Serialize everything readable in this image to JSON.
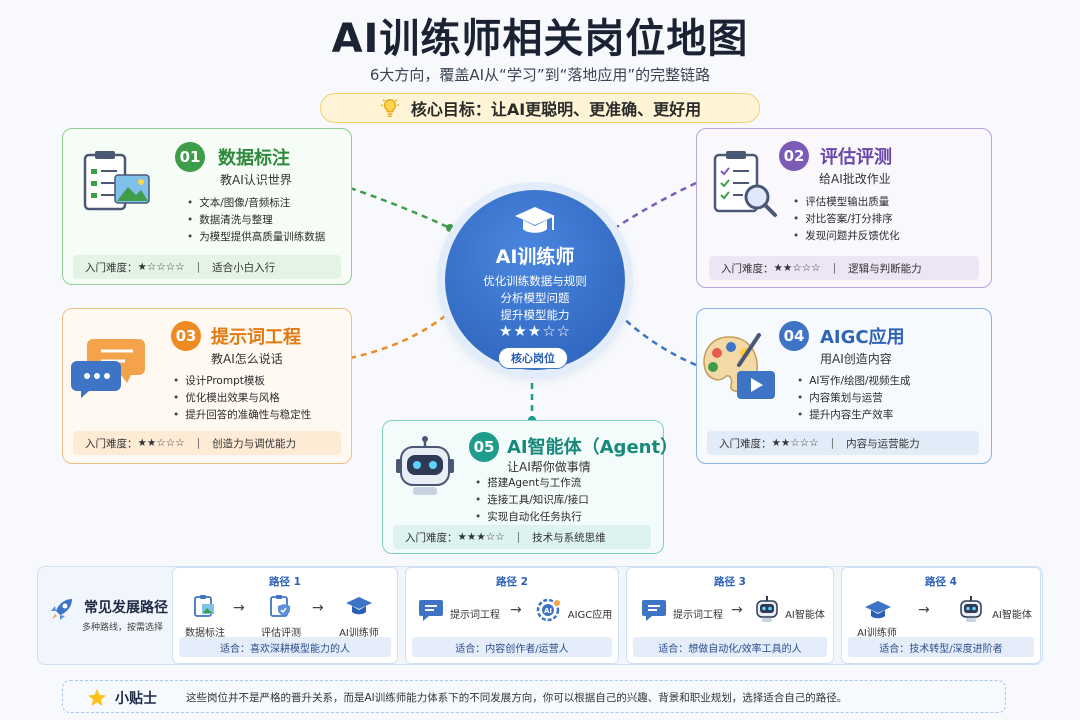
{
  "title": "AI训练师相关岗位地图",
  "subtitle": "6大方向，覆盖AI从“学习”到“落地应用”的完整链路",
  "goal": "核心目标：让AI更聪明、更准确、更好用",
  "center": {
    "title": "AI训练师",
    "lines": [
      "优化训练数据与规则",
      "分析模型问题",
      "提升模型能力"
    ],
    "stars": "★★★☆☆",
    "badge": "核心岗位"
  },
  "cards": [
    {
      "num": "01",
      "title": "数据标注",
      "sub": "教AI认识世界",
      "items": [
        "文本/图像/音频标注",
        "数据清洗与整理",
        "为模型提供高质量训练数据"
      ],
      "diff_label": "入门难度：",
      "stars": "★☆☆☆☆",
      "fit": "适合小白入行"
    },
    {
      "num": "02",
      "title": "评估评测",
      "sub": "给AI批改作业",
      "items": [
        "评估模型输出质量",
        "对比答案/打分排序",
        "发现问题并反馈优化"
      ],
      "diff_label": "入门难度：",
      "stars": "★★☆☆☆",
      "fit": "逻辑与判断能力"
    },
    {
      "num": "03",
      "title": "提示词工程",
      "sub": "教AI怎么说话",
      "items": [
        "设计Prompt模板",
        "优化模出效果与风格",
        "提升回答的准确性与稳定性"
      ],
      "diff_label": "入门难度：",
      "stars": "★★☆☆☆",
      "fit": "创造力与调优能力"
    },
    {
      "num": "04",
      "title": "AIGC应用",
      "sub": "用AI创造内容",
      "items": [
        "AI写作/绘图/视频生成",
        "内容策划与运营",
        "提升内容生产效率"
      ],
      "diff_label": "入门难度：",
      "stars": "★★☆☆☆",
      "fit": "内容与运营能力"
    },
    {
      "num": "05",
      "title": "AI智能体（Agent）",
      "sub": "让AI帮你做事情",
      "items": [
        "搭建Agent与工作流",
        "连接工具/知识库/接口",
        "实现自动化任务执行"
      ],
      "diff_label": "入门难度：",
      "stars": "★★★☆☆",
      "fit": "技术与系统思维"
    }
  ],
  "paths": {
    "title": "常见发展路径",
    "subtitle": "多种路线，按需选择",
    "items": [
      {
        "title": "路径 1",
        "nodes": [
          "数据标注",
          "评估评测",
          "AI训练师"
        ],
        "fit": "适合：喜欢深耕模型能力的人"
      },
      {
        "title": "路径 2",
        "nodes": [
          "提示词工程",
          "AIGC应用"
        ],
        "fit": "适合：内容创作者/运营人"
      },
      {
        "title": "路径 3",
        "nodes": [
          "提示词工程",
          "AI智能体"
        ],
        "fit": "适合：想做自动化/效率工具的人"
      },
      {
        "title": "路径 4",
        "nodes": [
          "AI训练师",
          "AI智能体"
        ],
        "fit": "适合：技术转型/深度进阶者"
      }
    ]
  },
  "tips": {
    "title": "小贴士",
    "text": "这些岗位并不是严格的晋升关系，而是AI训练师能力体系下的不同发展方向，你可以根据自己的兴趣、背景和职业规划，选择适合自己的路径。"
  },
  "arrow": "→",
  "divider": "|",
  "colors": {
    "green": "#3f9d4a",
    "purple": "#7c5bb6",
    "orange": "#ee8a23",
    "blue": "#3e74c6",
    "teal": "#1f9c8c"
  }
}
